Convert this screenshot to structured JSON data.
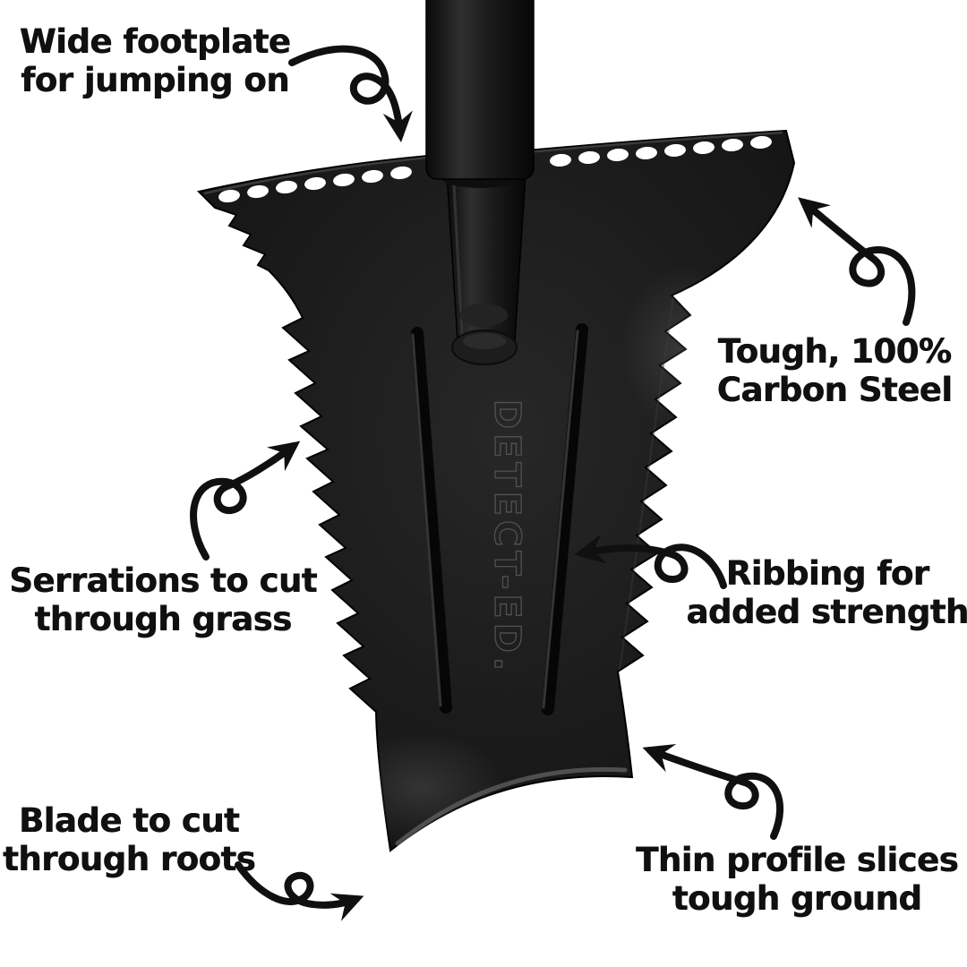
{
  "canvas": {
    "background": "#ffffff",
    "ink_color": "#101010"
  },
  "shovel": {
    "engraving": "DETECT-ED.",
    "colors": {
      "body_dark": "#1b1b1b",
      "shaft_dark": "#161616",
      "edge_highlight": "#5a5a5a",
      "hole_fill": "#ffffff"
    }
  },
  "labels": {
    "footplate": {
      "line1": "Wide footplate",
      "line2": "for jumping on"
    },
    "carbon_steel": {
      "line1": "Tough, 100%",
      "line2": "Carbon Steel"
    },
    "serrations": {
      "line1": "Serrations to cut",
      "line2": "through grass"
    },
    "ribbing": {
      "line1": "Ribbing for",
      "line2": "added strength"
    },
    "blade": {
      "line1": "Blade to cut",
      "line2": "through roots"
    },
    "profile": {
      "line1": "Thin profile slices",
      "line2": "tough ground"
    }
  },
  "icons": {
    "arrows": [
      "curly-arrow-footplate-icon",
      "curly-arrow-carbon-steel-icon",
      "curly-arrow-serrations-icon",
      "curly-arrow-ribbing-icon",
      "curly-arrow-blade-icon",
      "curly-arrow-profile-icon"
    ]
  }
}
